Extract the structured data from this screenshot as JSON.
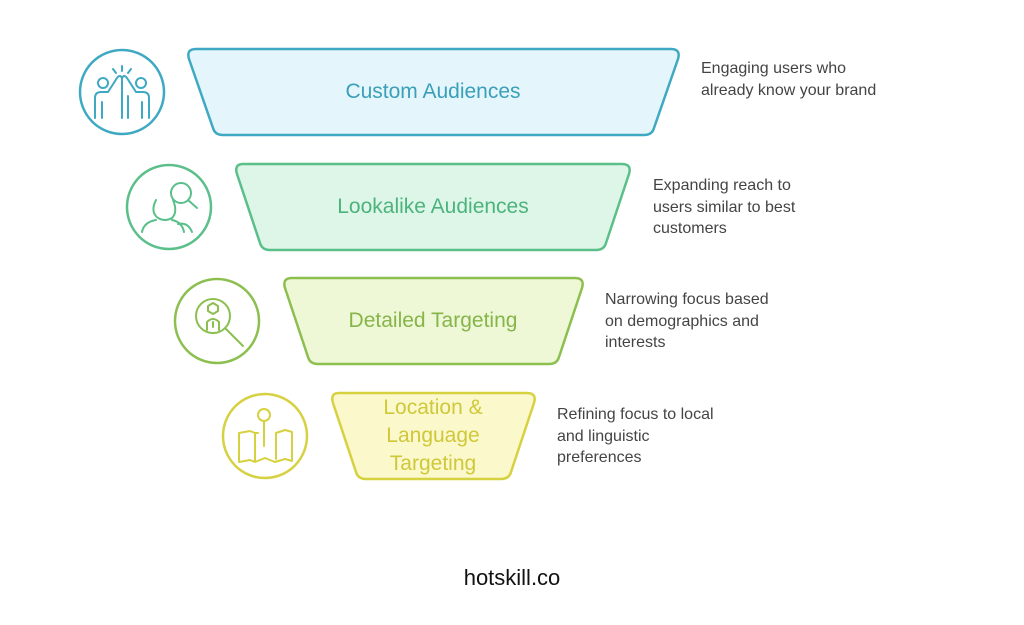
{
  "stages": [
    {
      "title": "Custom Audiences",
      "description": [
        "Engaging users who",
        "already know your brand"
      ],
      "icon": "high-five-icon",
      "stroke": "#3fa9c3",
      "fill": "#e4f6fb",
      "text": "#3a9fb8"
    },
    {
      "title": "Lookalike Audiences",
      "description": [
        "Expanding reach to",
        "users similar to best",
        "customers"
      ],
      "icon": "user-search-icon",
      "stroke": "#5bbf8a",
      "fill": "#ddf6e8",
      "text": "#4db37d"
    },
    {
      "title": "Detailed Targeting",
      "description": [
        "Narrowing focus based",
        "on demographics and",
        "interests"
      ],
      "icon": "magnifier-target-icon",
      "stroke": "#8cbf4f",
      "fill": "#eef8d6",
      "text": "#86b54a"
    },
    {
      "title": "Location & Language Targeting",
      "title_lines": [
        "Location &",
        "Language",
        "Targeting"
      ],
      "description": [
        "Refining focus to local",
        "and linguistic",
        "preferences"
      ],
      "icon": "map-pin-icon",
      "stroke": "#d6d140",
      "fill": "#fbf8cc",
      "text": "#cfc83a"
    }
  ],
  "footer": "hotskill.co"
}
